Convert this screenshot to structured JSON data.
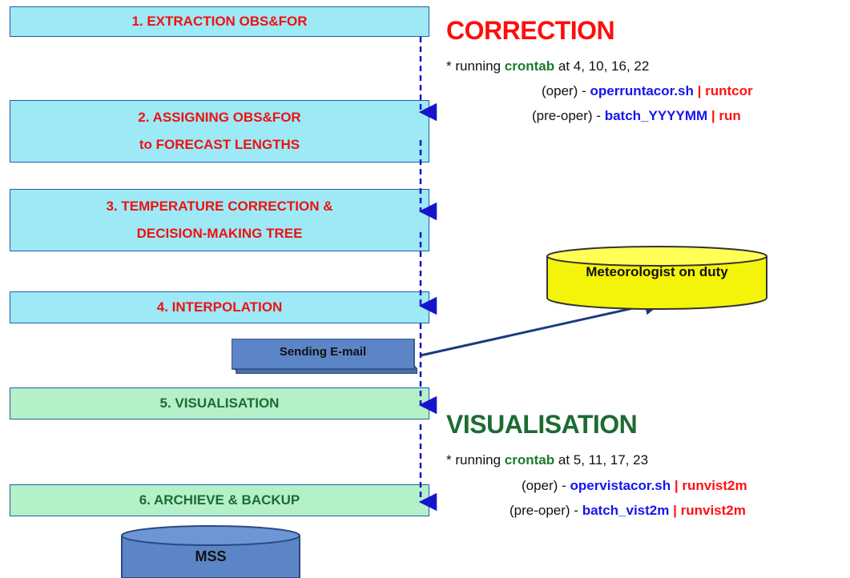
{
  "steps": [
    {
      "lines": [
        "1. EXTRACTION OBS&FOR"
      ]
    },
    {
      "lines": [
        "2. ASSIGNING OBS&FOR",
        "to FORECAST LENGTHS"
      ]
    },
    {
      "lines": [
        "3. TEMPERATURE CORRECTION &",
        "DECISION-MAKING TREE"
      ]
    },
    {
      "lines": [
        "4. INTERPOLATION"
      ]
    },
    {
      "lines": [
        "5. VISUALISATION"
      ]
    },
    {
      "lines": [
        "6. ARCHIEVE & BACKUP"
      ]
    }
  ],
  "email": {
    "label": "Sending E-mail"
  },
  "mss": {
    "label": "MSS"
  },
  "meteorologist": {
    "label": "Meteorologist on duty"
  },
  "correction": {
    "title": "CORRECTION",
    "running_prefix": "* running",
    "crontab": "crontab",
    "schedule": "at 4, 10, 16, 22",
    "oper_prefix": "(oper) -",
    "oper_script": "operruntacor.sh",
    "sep": "|",
    "oper_cmd": "runtcor",
    "preoper_prefix": "(pre-oper) -",
    "preoper_script": "batch_YYYYMM",
    "preoper_cmd": "run"
  },
  "visualisation": {
    "title": "VISUALISATION",
    "running_prefix": "* running",
    "crontab": "crontab",
    "schedule": "at 5, 11, 17, 23",
    "oper_prefix": "(oper) -",
    "oper_script": "opervistacor.sh",
    "sep": "|",
    "oper_cmd": "runvist2m",
    "preoper_prefix": "(pre-oper) -",
    "preoper_script": "batch_vist2m",
    "preoper_cmd": "runvist2m"
  },
  "colors": {
    "step_blue": "#9ee9f6",
    "step_green": "#b4f0c8",
    "step_text_red": "#ee1111",
    "step_text_green": "#1d6b32",
    "arrow": "#1515cc",
    "cylinder_blue": "#5b85c6",
    "cylinder_yellow": "#ffff33"
  }
}
